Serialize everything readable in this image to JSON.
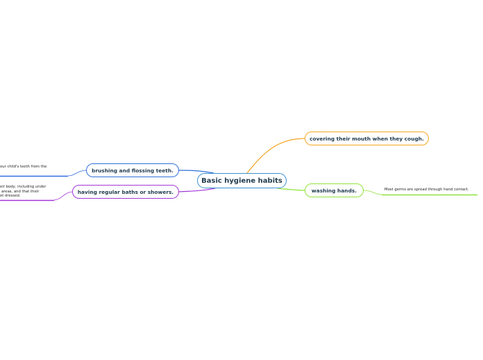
{
  "colors": {
    "central_border": "#3a8fd0",
    "orange": "#f5a623",
    "blue": "#2f6fdc",
    "purple": "#a235d8",
    "green": "#8fe33a"
  },
  "central": {
    "label": "Basic hygiene habits"
  },
  "topics": {
    "cough": {
      "label": "covering their mouth when they cough."
    },
    "brushing": {
      "label": "brushing and flossing teeth."
    },
    "baths": {
      "label": "having regular baths or showers."
    },
    "washing": {
      "label": "washing hands."
    }
  },
  "notes": {
    "brushing": {
      "line1": "our child's teeth from the"
    },
    "baths": {
      "line1": "eir body, including under",
      "line2": "areas, and that their",
      "line3": "et dressed."
    },
    "washing": {
      "line1": "Most germs are spread through hand contact."
    }
  }
}
